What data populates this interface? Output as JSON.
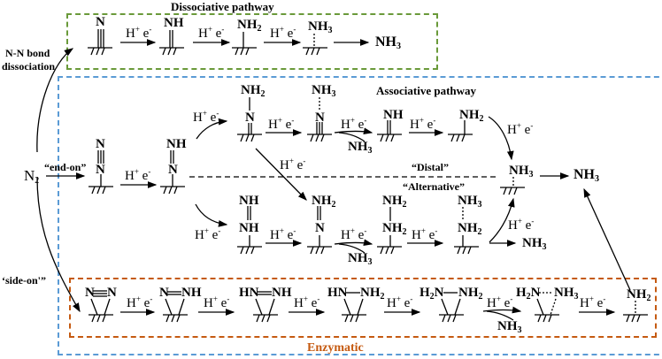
{
  "colors": {
    "dissociative_box": "#6a9a3a",
    "associative_box": "#5b9bd5",
    "enzymatic_box": "#c55a11",
    "enzymatic_label": "#c55a11"
  },
  "labels": {
    "dissociative_title": "Dissociative pathway",
    "associative_title": "Associative pathway",
    "enzymatic_title": "Enzymatic",
    "nn_bond_1": "N-N bond",
    "nn_bond_2": "dissociation",
    "end_on": "“end-on”",
    "side_on": "‘side-on'”",
    "distal": "“Distal”",
    "alternative": "“Alternative”",
    "reactant": "N",
    "reactant_sub": "2",
    "he_h": "H",
    "he_plus": "+",
    "he_e": " e",
    "he_minus": "-"
  },
  "species": {
    "N": "N",
    "NH": "NH",
    "HN": "HN",
    "H2N": "H₂N",
    "NH2": "NH",
    "NH3": "NH",
    "sub2": "2",
    "sub3": "3",
    "H2N_H": "H",
    "H2N_N": "N"
  }
}
